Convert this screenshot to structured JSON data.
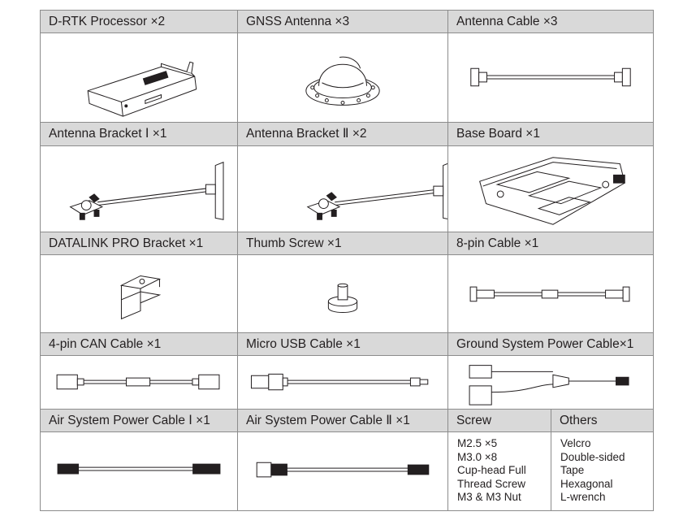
{
  "items": [
    {
      "id": "drtk-processor",
      "label": "D-RTK Processor ×2"
    },
    {
      "id": "gnss-antenna",
      "label": "GNSS Antenna ×3"
    },
    {
      "id": "antenna-cable",
      "label": "Antenna Cable ×3"
    },
    {
      "id": "antenna-bracket-1",
      "label": "Antenna Bracket Ⅰ ×1"
    },
    {
      "id": "antenna-bracket-2",
      "label": "Antenna Bracket Ⅱ ×2"
    },
    {
      "id": "base-board",
      "label": "Base Board ×1"
    },
    {
      "id": "datalink-pro-bracket",
      "label": "DATALINK PRO Bracket ×1"
    },
    {
      "id": "thumb-screw",
      "label": "Thumb Screw ×1"
    },
    {
      "id": "8pin-cable",
      "label": "8-pin Cable ×1"
    },
    {
      "id": "4pin-can-cable",
      "label": "4-pin CAN Cable ×1"
    },
    {
      "id": "micro-usb-cable",
      "label": "Micro USB Cable ×1"
    },
    {
      "id": "ground-system-power-cable",
      "label": "Ground System Power Cable×1"
    },
    {
      "id": "air-system-power-cable-1",
      "label": "Air System Power Cable Ⅰ ×1"
    },
    {
      "id": "air-system-power-cable-2",
      "label": "Air System Power Cable Ⅱ ×1"
    }
  ],
  "screw": {
    "label": "Screw",
    "lines": [
      "M2.5 ×5",
      "M3.0 ×8",
      "Cup-head Full",
      "Thread Screw",
      "M3 & M3 Nut"
    ]
  },
  "others": {
    "label": "Others",
    "lines": [
      "Velcro",
      "Double-sided",
      "Tape",
      "Hexagonal",
      "L-wrench"
    ]
  }
}
